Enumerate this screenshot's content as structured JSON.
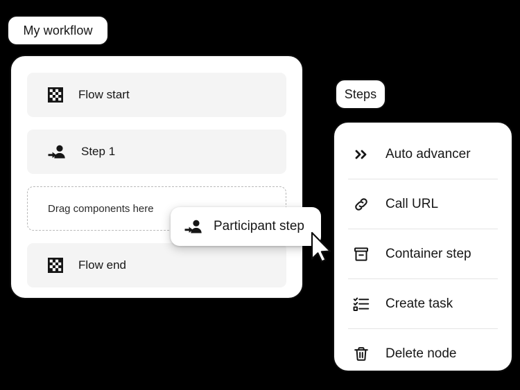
{
  "canvas": {
    "background": "#000000",
    "panel_background": "#ffffff",
    "row_background": "#f4f4f4",
    "border_color": "#0d0d0d",
    "text_color": "#161616",
    "separator_color": "#e4e4e4"
  },
  "workflow": {
    "chip_label": "My workflow",
    "nodes": [
      {
        "icon": "checkerboard-icon",
        "label": "Flow start",
        "type": "node"
      },
      {
        "icon": "participant-icon",
        "label": "Step 1",
        "type": "node"
      },
      {
        "icon": "",
        "label": "Drag components here",
        "type": "dropzone"
      },
      {
        "icon": "checkerboard-icon",
        "label": "Flow end",
        "type": "node"
      }
    ]
  },
  "steps_panel": {
    "chip_label": "Steps",
    "items": [
      {
        "icon": "double-chevron-right-icon",
        "label": "Auto advancer"
      },
      {
        "icon": "link-icon",
        "label": "Call URL"
      },
      {
        "icon": "archive-box-icon",
        "label": "Container step"
      },
      {
        "icon": "checklist-icon",
        "label": "Create task"
      },
      {
        "icon": "trash-icon",
        "label": "Delete node"
      }
    ]
  },
  "drag_item": {
    "icon": "participant-icon",
    "label": "Participant step"
  },
  "cursor": {
    "icon": "arrow-pointer-icon"
  }
}
